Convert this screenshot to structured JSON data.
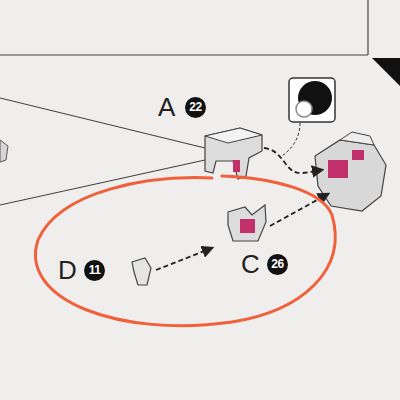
{
  "diagram": {
    "labels": [
      "A",
      "22",
      "D",
      "11",
      "C",
      "26"
    ]
  }
}
